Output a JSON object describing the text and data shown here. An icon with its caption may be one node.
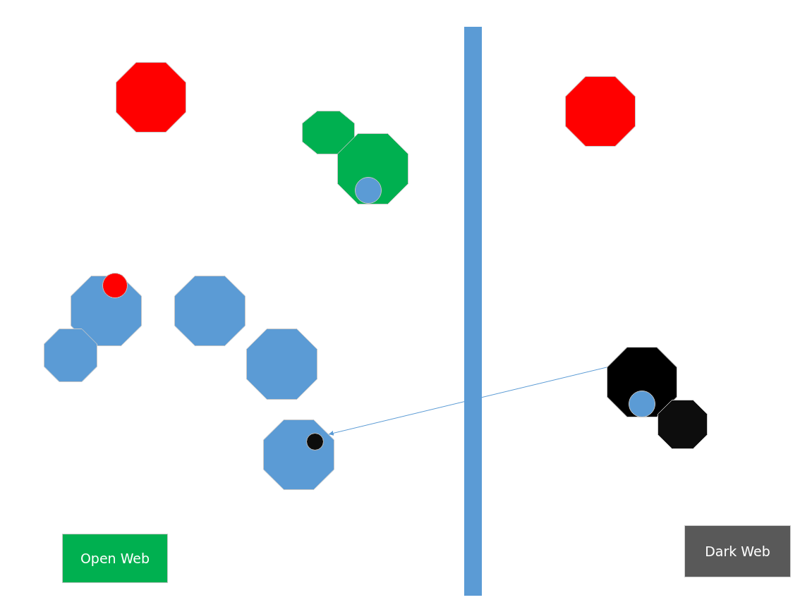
{
  "diagram": {
    "nodes": [
      {
        "text": [],
        "shape": "octagon"
      },
      {
        "text": [],
        "shape": "octagon"
      },
      {
        "text": [],
        "shape": "octagon"
      },
      {
        "text": [],
        "shape": "octagon"
      },
      {
        "text": [],
        "shape": "circle",
        "in": 3
      },
      {
        "text": [],
        "shape": "octagon"
      },
      {
        "text": [],
        "shape": "circle"
      },
      {
        "text": [],
        "shape": "octagon"
      },
      {
        "text": [],
        "shape": "octagon"
      },
      {
        "text": [],
        "shape": "octagon"
      },
      {
        "text": [],
        "shape": "octagon"
      },
      {
        "text": [],
        "shape": "circle",
        "in": 10
      },
      {
        "text": [],
        "shape": "octagon"
      },
      {
        "text": [],
        "shape": "octagon"
      },
      {
        "text": [],
        "shape": "circle",
        "in": 13
      },
      {
        "text": [
          "Open Web"
        ]
      },
      {
        "text": [
          "Dark Web"
        ]
      }
    ],
    "edges": [
      {
        "from": 10,
        "to": 13,
        "arrow": "to"
      }
    ]
  }
}
